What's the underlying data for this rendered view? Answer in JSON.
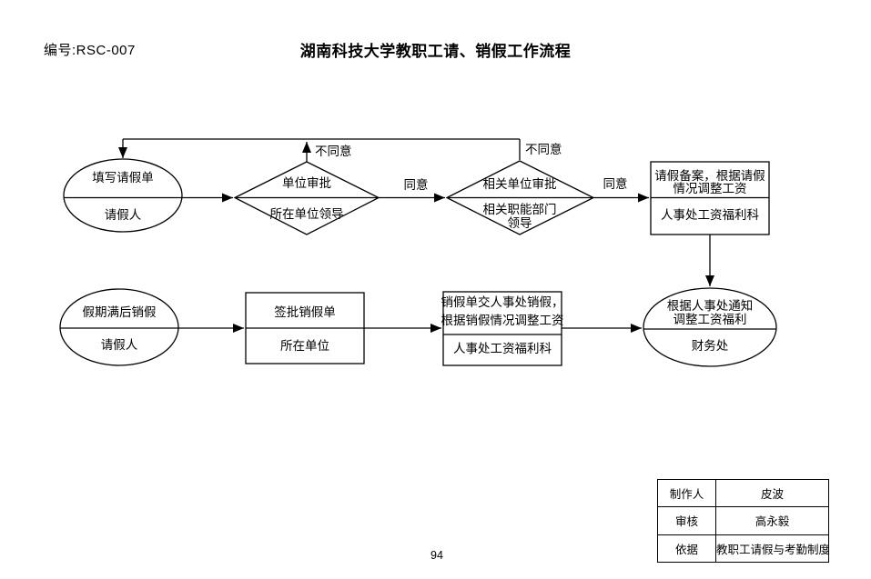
{
  "page": {
    "doc_number": "编号:RSC-007",
    "title": "湖南科技大学教职工请、销假工作流程",
    "page_number": "94"
  },
  "flowchart": {
    "row1": {
      "start": {
        "line1": "填写请假单",
        "line2": "请假人"
      },
      "decision1": {
        "line1": "单位审批",
        "line2": "所在单位领导"
      },
      "decision2": {
        "line1": "相关单位审批",
        "line2": "相关职能部门",
        "line3": "领导"
      },
      "record": {
        "line1": "请假备案，根据请假",
        "line2": "情况调整工资",
        "line3": "人事处工资福利科"
      },
      "labels": {
        "disagree1": "不同意",
        "disagree2": "不同意",
        "agree1": "同意",
        "agree2": "同意"
      }
    },
    "row2": {
      "start": {
        "line1": "假期满后销假",
        "line2": "请假人"
      },
      "sign": {
        "line1": "签批销假单",
        "line2": "所在单位"
      },
      "submit": {
        "line1": "销假单交人事处销假，",
        "line2": "根据销假情况调整工资",
        "line3": "人事处工资福利科"
      },
      "finance": {
        "line1": "根据人事处通知",
        "line2": "调整工资福利",
        "line3": "财务处"
      }
    }
  },
  "info_table": {
    "rows": [
      {
        "label": "制作人",
        "value": "皮波"
      },
      {
        "label": "审核",
        "value": "高永毅"
      },
      {
        "label": "依据",
        "value": "教职工请假与考勤制度"
      }
    ]
  },
  "colors": {
    "ink": "#000000",
    "background": "#ffffff"
  }
}
